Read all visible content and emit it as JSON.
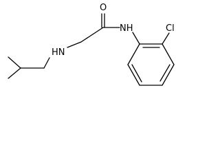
{
  "structure": {
    "atoms": {
      "oxygen": "O",
      "amide_nh": "NH",
      "amine_hn": "HN",
      "chlorine": "Cl"
    }
  },
  "colors": {
    "background": "#ffffff",
    "ink": "#000000"
  }
}
